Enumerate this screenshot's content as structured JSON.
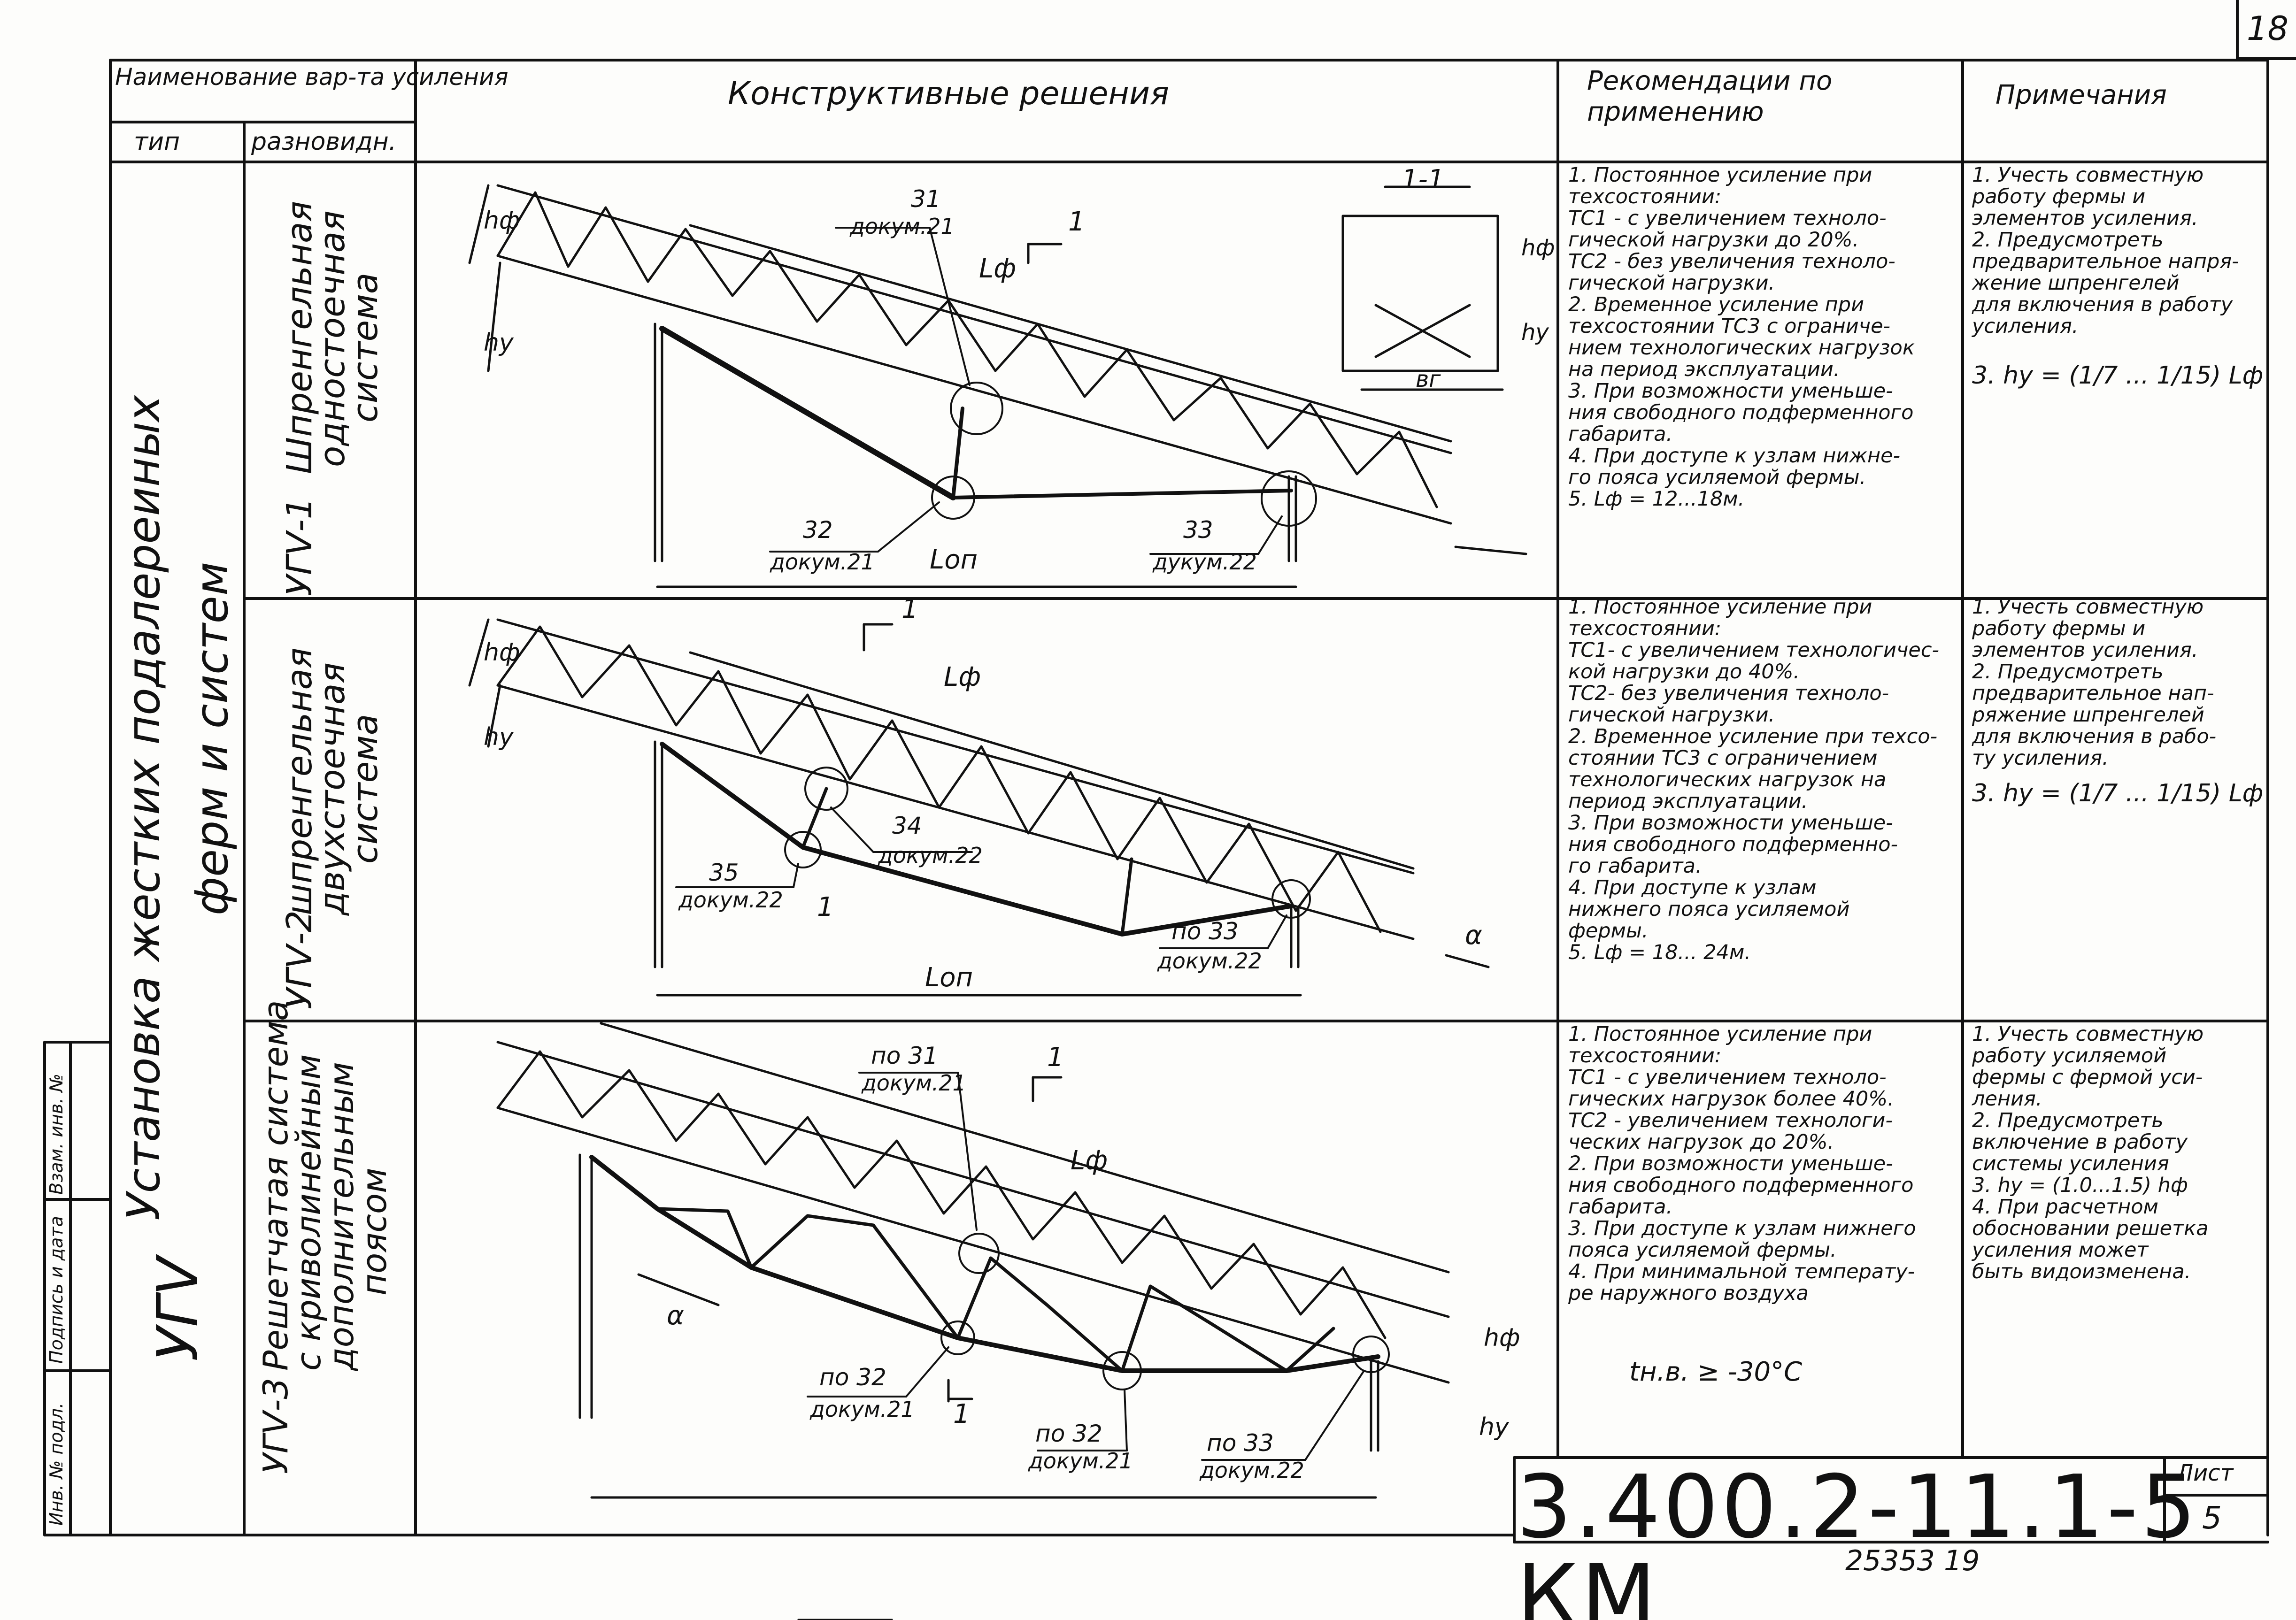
{
  "page_number": "18",
  "header": {
    "col_variant": "Наименование вар-та усиления",
    "col_type": "тип",
    "col_subtype": "разновидн.",
    "col_design": "Конструктивные решения",
    "col_recommend": "Рекомендации по применению",
    "col_notes": "Примечания"
  },
  "main_group": {
    "code": "УГⅤ",
    "title_line1": "Установка жестких подалереиных",
    "title_line2": "ферм и систем"
  },
  "side_stamp": [
    "Инв. № подл.",
    "Подпись и дата",
    "Взам. инв. №"
  ],
  "rows": [
    {
      "code": "УГⅤ-1",
      "name_line1": "Шпренгельная",
      "name_line2": "одностоечная",
      "name_line3": "система",
      "recommend": "1. Постоянное усиление при\n   техсостоянии:\n   ТС1 - с увеличением техноло-\n гической нагрузки до 20%.\n   ТС2 - без увеличения техноло-\n гической нагрузки.\n2. Временное усиление при\n   техсостоянии ТС3 с ограниче-\n нием технологических нагрузок\n на период эксплуатации.\n3. При возможности уменьше-\n ния свободного подферменного\n габарита.\n4. При доступе к узлам нижне-\n го пояса усиляемой фермы.\n5. Lф = 12...18м.",
      "notes": "1. Учесть совместную\n   работу фермы и\n   элементов усиления.\n2. Предусмотреть\n   предварительное напря-\n   жение шпренгелей\n   для включения в работу\n   усиления.",
      "note_formula": "3. hy = (1/7 ... 1/15) Lф",
      "labels": {
        "hf": "hф",
        "hy": "hу",
        "lf": "Lф",
        "lop": "Lоп",
        "ref_a_num": "31",
        "ref_a_doc": "докум.21",
        "ref_b_num": "32",
        "ref_b_doc": "докум.21",
        "ref_c_num": "33",
        "ref_c_doc": "дукум.22",
        "section": "1-1",
        "section_mark": "1",
        "bg": "вг"
      }
    },
    {
      "code": "УГⅤ-2",
      "name_line1": "шпренгельная",
      "name_line2": "двухстоечная",
      "name_line3": "система",
      "recommend": "1. Постоянное усиление при\n   техсостоянии:\n   ТС1- с увеличением технологичес-\n кой нагрузки до 40%.\n   ТС2- без увеличения техноло-\n гической нагрузки.\n2. Временное усиление при техсо-\n стоянии ТС3 с ограничением\n технологических нагрузок на\n период эксплуатации.\n3. При возможности уменьше-\n ния свободного подферменно-\n го габарита.\n4. При доступе к узлам\n нижнего пояса усиляемой\n фермы.\n5. Lф = 18... 24м.",
      "notes": "1. Учесть совместную\n   работу фермы и\n   элементов усиления.\n2. Предусмотреть\n   предварительное нап-\n   ряжение шпренгелей\n   для включения в рабо-\n   ту усиления.",
      "note_formula": "3. hy = (1/7 ... 1/15) Lф",
      "labels": {
        "hf": "hф",
        "hy": "hу",
        "lf": "Lф",
        "lop": "Lоп",
        "ref_a_num": "34",
        "ref_a_doc": "докум.22",
        "ref_b_num": "35",
        "ref_b_doc": "докум.22",
        "ref_c_num": "по 33",
        "ref_c_doc": "докум.22",
        "section_mark": "1",
        "alpha": "α"
      }
    },
    {
      "code": "УГⅤ-3",
      "name_line1": "Решетчатая система",
      "name_line2": "с криволинейным",
      "name_line3": "дополнительным",
      "name_line4": "поясом",
      "recommend": "1. Постоянное усиление при\n   техсостоянии:\n   ТС1 - с увеличением техноло-\n гических нагрузок более 40%.\n   ТС2 - увеличением технологи-\n ческих нагрузок до 20%.\n2. При возможности уменьше-\n ния свободного подферменного\n габарита.\n3. При доступе к узлам нижнего\n пояса усиляемой фермы.\n4. При минимальной температу-\n ре наружного воздуха",
      "recommend_formula": "tн.в. ≥ -30°C",
      "notes": "1. Учесть совместную\n   работу усиляемой\n   фермы с фермой уси-\n   ления.\n2. Предусмотреть\n   включение в работу\n   системы усиления\n3. hy = (1.0...1.5) hф\n4. При расчетном\n   обосновании решетка\n   усиления может\n   быть видоизменена.",
      "labels": {
        "hf": "hф",
        "hy": "hу",
        "lf": "Lф",
        "ref_a_num": "по 31",
        "ref_a_doc": "докум.21",
        "ref_b_num": "по 32",
        "ref_b_doc": "докум.21",
        "ref_c_num": "по 32",
        "ref_c_doc": "докум.21",
        "ref_d_num": "по 33",
        "ref_d_doc": "докум.22",
        "section_mark": "1",
        "alpha": "α"
      }
    }
  ],
  "title_block": {
    "code": "3.400.2-11.1-5 КМ",
    "sheet_label": "Лист",
    "sheet_number": "5",
    "footer_number": "25353  19"
  }
}
